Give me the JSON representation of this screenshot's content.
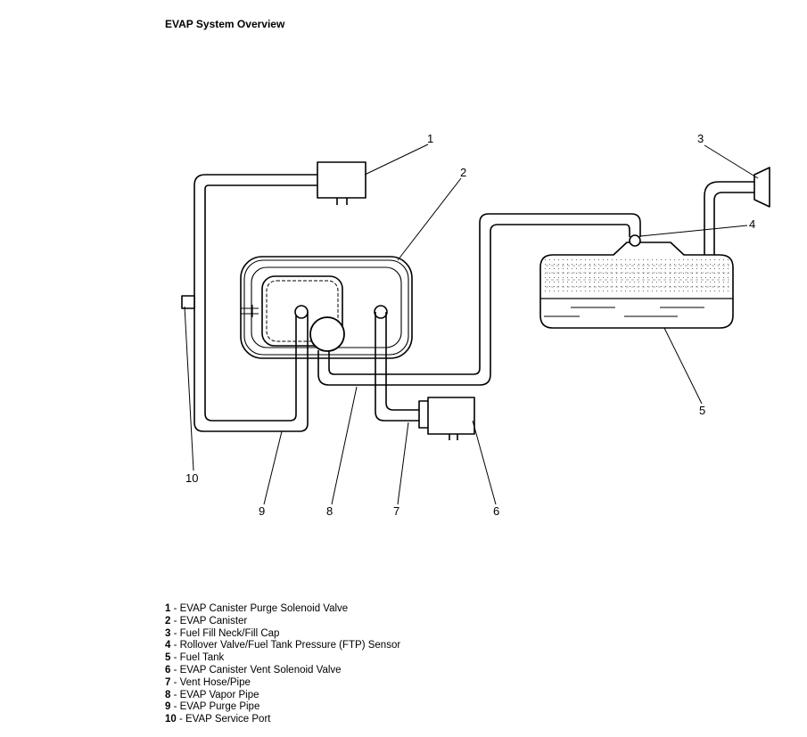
{
  "title": "EVAP System Overview",
  "callouts": [
    "1",
    "2",
    "3",
    "4",
    "5",
    "6",
    "7",
    "8",
    "9",
    "10"
  ],
  "legend": [
    {
      "num": "1",
      "text": " - EVAP Canister Purge Solenoid Valve"
    },
    {
      "num": "2",
      "text": " - EVAP Canister"
    },
    {
      "num": "3",
      "text": " - Fuel Fill Neck/Fill Cap"
    },
    {
      "num": "4",
      "text": " - Rollover Valve/Fuel Tank Pressure (FTP) Sensor"
    },
    {
      "num": "5",
      "text": " - Fuel Tank"
    },
    {
      "num": "6",
      "text": " - EVAP Canister Vent Solenoid Valve"
    },
    {
      "num": "7",
      "text": " - Vent Hose/Pipe"
    },
    {
      "num": "8",
      "text": " - EVAP Vapor Pipe"
    },
    {
      "num": "9",
      "text": " - EVAP Purge Pipe"
    },
    {
      "num": "10",
      "text": " - EVAP Service Port"
    }
  ]
}
